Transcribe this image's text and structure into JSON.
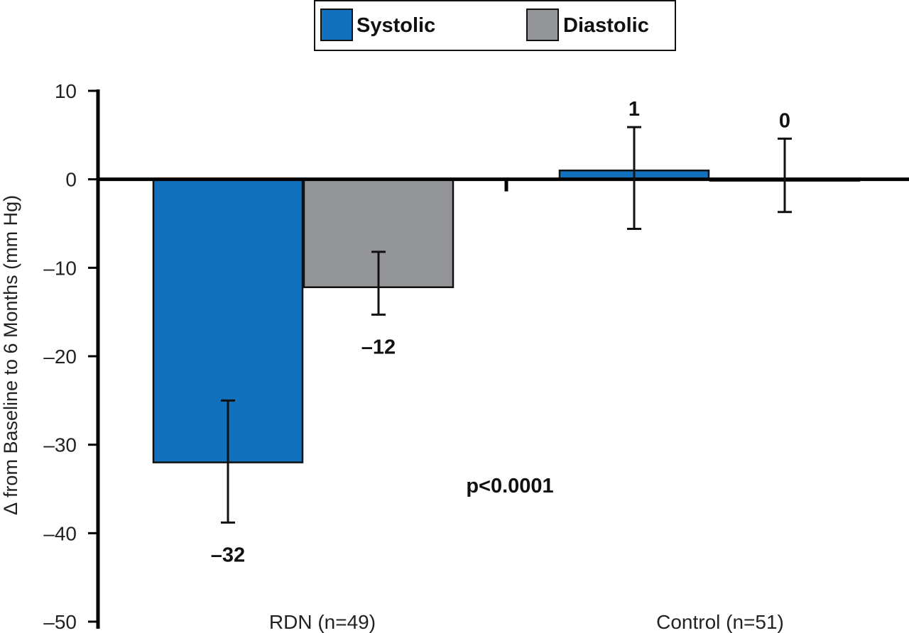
{
  "chart_data": {
    "type": "bar",
    "title": "",
    "xlabel": "",
    "ylabel": "∆ from Baseline to 6 Months (mm Hg)",
    "ylim": [
      -50,
      10
    ],
    "yticks": [
      10,
      0,
      -10,
      -20,
      -30,
      -40,
      -50
    ],
    "ytick_labels": [
      "10",
      "0",
      "–10",
      "–20",
      "–30",
      "–40",
      "–50"
    ],
    "categories": [
      "RDN (n=49)",
      "Control (n=51)"
    ],
    "legend": {
      "placement": "top-center",
      "entries": [
        "Systolic",
        "Diastolic"
      ]
    },
    "series": [
      {
        "name": "Systolic",
        "color": "#1270bc",
        "values": [
          -32,
          1
        ],
        "value_labels": [
          "–32",
          "1"
        ],
        "error_low": [
          -38.8,
          -5.6
        ],
        "error_high": [
          -25,
          5.9
        ]
      },
      {
        "name": "Diastolic",
        "color": "#939598",
        "values": [
          -12.2,
          0
        ],
        "value_labels": [
          "–12",
          "0"
        ],
        "error_low": [
          -15.3,
          -3.7
        ],
        "error_high": [
          -8.2,
          4.6
        ]
      }
    ],
    "annotations": [
      {
        "text": "p<0.0001"
      }
    ]
  }
}
